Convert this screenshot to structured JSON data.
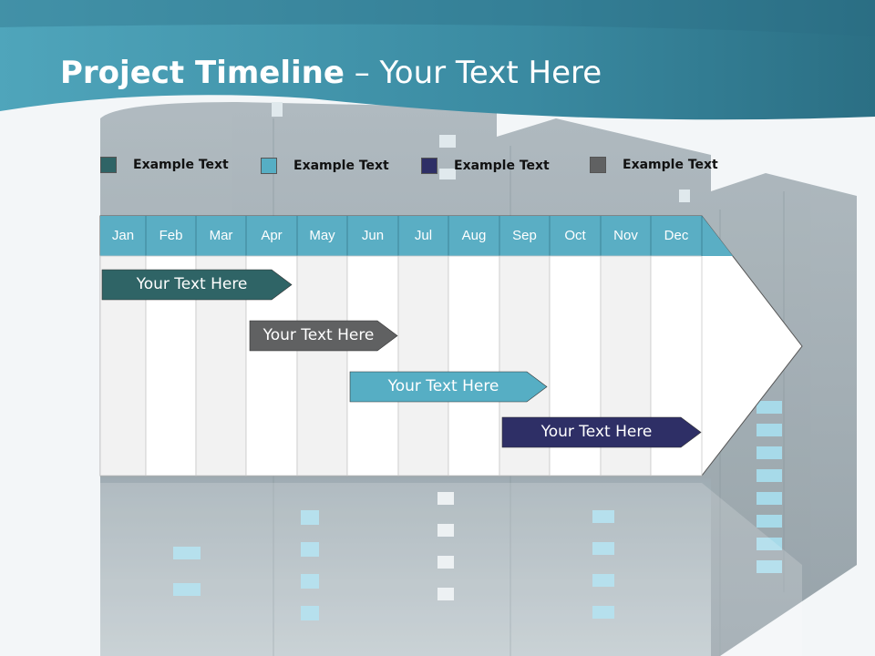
{
  "title": {
    "bold": "Project Timeline",
    "rest": " – Your Text Here"
  },
  "legend": [
    {
      "label": "Example Text",
      "color": "#2f6466"
    },
    {
      "label": "Example Text",
      "color": "#56aec4"
    },
    {
      "label": "Example Text",
      "color": "#2e2f66"
    },
    {
      "label": "Example Text",
      "color": "#606162"
    }
  ],
  "months": [
    "Jan",
    "Feb",
    "Mar",
    "Apr",
    "May",
    "Jun",
    "Jul",
    "Aug",
    "Sep",
    "Oct",
    "Nov",
    "Dec"
  ],
  "tasks": [
    {
      "label": "Your  Text Here",
      "start_month": "Jan",
      "end_month": "Apr",
      "color": "#2f6466"
    },
    {
      "label": "Your  Text Here",
      "start_month": "Apr",
      "end_month": "Jun",
      "color": "#606162"
    },
    {
      "label": "Your  Text Here",
      "start_month": "Jun",
      "end_month": "Sep",
      "color": "#56aec4"
    },
    {
      "label": "Your  Text Here",
      "start_month": "Sep",
      "end_month": "Dec",
      "color": "#2e2f66"
    }
  ],
  "colors": {
    "header": "#5aaec4",
    "banner": "#3d93aa"
  }
}
